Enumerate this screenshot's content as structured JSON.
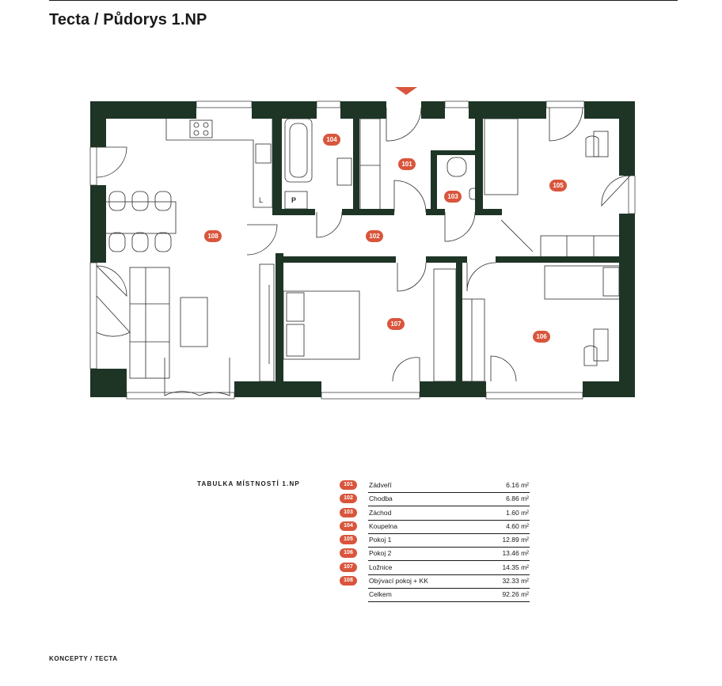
{
  "document": {
    "title": "Tecta / Půdorys 1.NP",
    "table_title": "TABULKA MÍSTNOSTÍ 1.NP",
    "footer": "KONCEPTY / TECTA"
  },
  "colors": {
    "wall": "#1e3526",
    "badge": "#d9553c",
    "ink": "#1a1a1a"
  },
  "plan": {
    "room_tags": [
      {
        "code": "104"
      },
      {
        "code": "101"
      },
      {
        "code": "103"
      },
      {
        "code": "105"
      },
      {
        "code": "108"
      },
      {
        "code": "102"
      },
      {
        "code": "107"
      },
      {
        "code": "106"
      }
    ],
    "fixture_labels": {
      "l": "L",
      "p": "P"
    }
  },
  "rooms": [
    {
      "code": "101",
      "name": "Zádveří",
      "area": "6.16 m²"
    },
    {
      "code": "102",
      "name": "Chodba",
      "area": "6.86 m²"
    },
    {
      "code": "103",
      "name": "Záchod",
      "area": "1.60 m²"
    },
    {
      "code": "104",
      "name": "Koupelna",
      "area": "4.60 m²"
    },
    {
      "code": "105",
      "name": "Pokoj 1",
      "area": "12.89 m²"
    },
    {
      "code": "106",
      "name": "Pokoj 2",
      "area": "13.46 m²"
    },
    {
      "code": "107",
      "name": "Ložnice",
      "area": "14.35 m²"
    },
    {
      "code": "108",
      "name": "Obývací pokoj + KK",
      "area": "32.33 m²"
    },
    {
      "code": "",
      "name": "Celkem",
      "area": "92.26 m²"
    }
  ]
}
